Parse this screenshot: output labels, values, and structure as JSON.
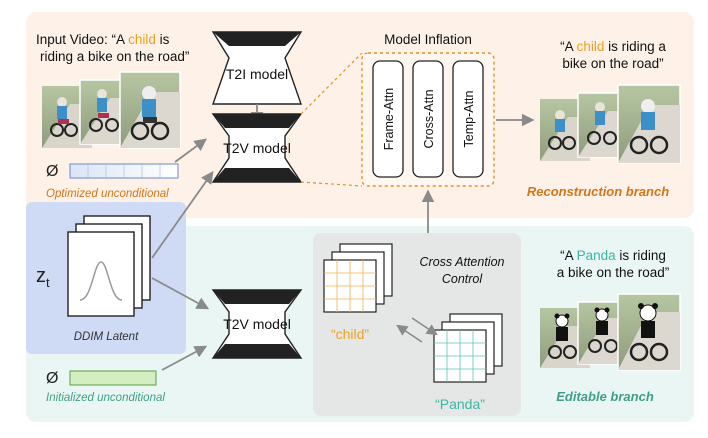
{
  "input_video": {
    "prefix": "Input Video: “A ",
    "highlight": "child",
    "suffix1": " is",
    "line2": "riding a bike on the road”"
  },
  "recon_caption": {
    "q": "“A ",
    "highlight": "child",
    "suffix1": " is riding a",
    "line2": "bike on the road”"
  },
  "edit_caption": {
    "q": "“A ",
    "highlight": "Panda",
    "suffix1": " is riding",
    "line2": "a bike on the road”"
  },
  "models": {
    "t2i": "T2I model",
    "t2v_top": "T2V model",
    "t2v_bottom": "T2V model"
  },
  "inflation": {
    "title": "Model Inflation",
    "blocks": [
      "Frame-Attn",
      "Cross-Attn",
      "Temp-Attn"
    ]
  },
  "latent": {
    "symbol": "z",
    "subscript": "t",
    "label": "DDIM Latent"
  },
  "uncond": {
    "symbol": "Ø",
    "optimized_label": "Optimized unconditional",
    "initialized_label": "Initialized unconditional"
  },
  "cross_attention": {
    "title_line1": "Cross Attention",
    "title_line2": "Control",
    "word_child": "“child”",
    "word_panda": "“Panda”"
  },
  "branches": {
    "reconstruction": "Reconstruction branch",
    "editable": "Editable branch"
  },
  "colors": {
    "child": "#f0a020",
    "panda": "#3bb5a5",
    "recon_label": "#d4751a",
    "edit_label": "#3f9f86",
    "recon_bg": "#fdf1e8",
    "edit_bg": "#eaf6f4",
    "latent_bg": "#cfdaf5"
  }
}
